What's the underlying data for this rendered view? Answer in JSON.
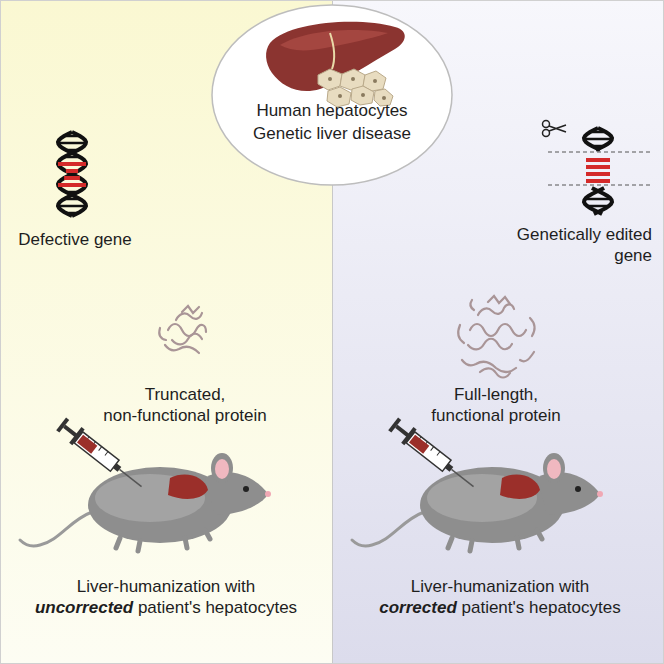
{
  "diagram": {
    "nodes": [
      {
        "text": [
          "Defective gene",
          "Truncated, non-functional protein",
          "Liver-humanization with uncorrected patient's hepatocytes"
        ]
      },
      {
        "text": [
          "Genetically edited gene",
          "Full-length, functional protein",
          "Liver-humanization with corrected patient's hepatocytes"
        ]
      },
      {
        "text": [
          "Human hepatocytes",
          "Genetic liver disease"
        ]
      }
    ]
  }
}
